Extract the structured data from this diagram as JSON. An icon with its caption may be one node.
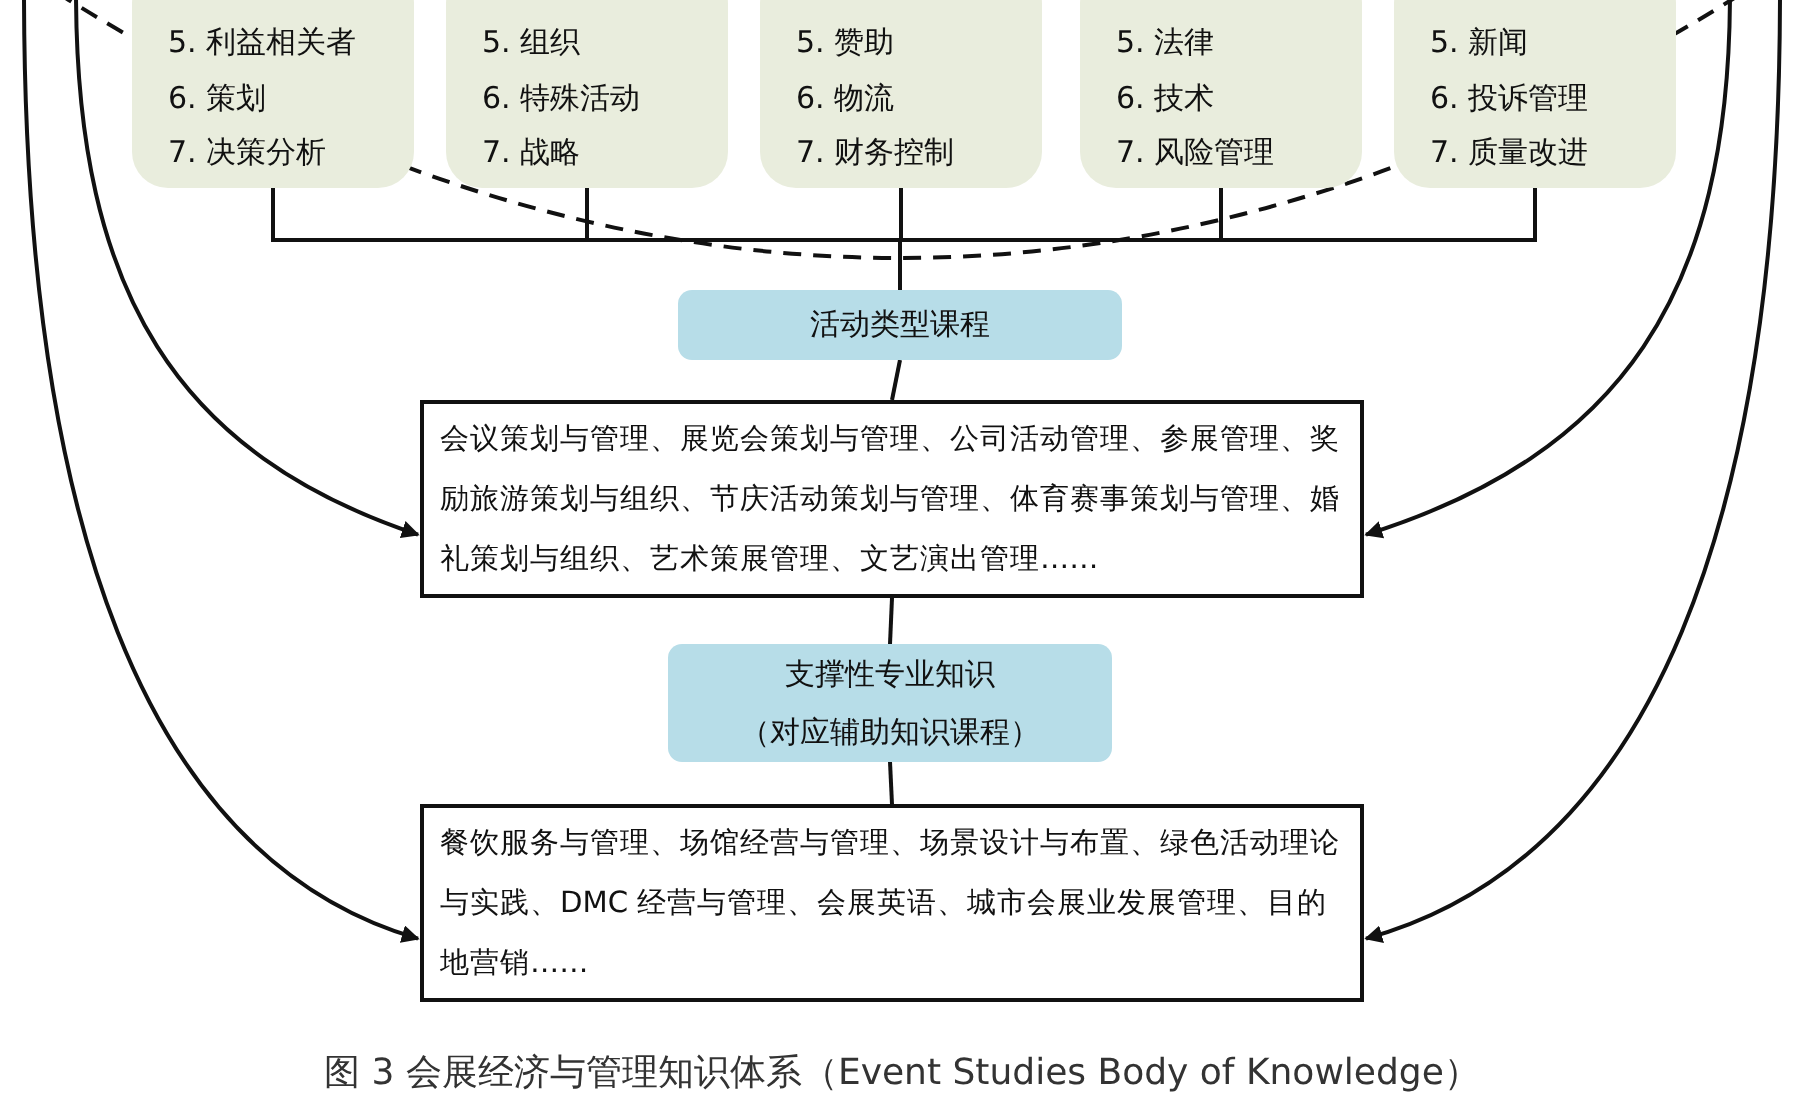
{
  "diagram": {
    "caption": "图 3 会展经济与管理知识体系（Event Studies Body of Knowledge）",
    "nodes": [
      {
        "text": [
          "5. 利益相关者",
          "6. 策划",
          "7. 决策分析"
        ]
      },
      {
        "text": [
          "5. 组织",
          "6. 特殊活动",
          "7. 战略"
        ]
      },
      {
        "text": [
          "5. 赞助",
          "6. 物流",
          "7. 财务控制"
        ]
      },
      {
        "text": [
          "5. 法律",
          "6. 技术",
          "7. 风险管理"
        ]
      },
      {
        "text": [
          "5. 新闻",
          "6. 投诉管理",
          "7. 质量改进"
        ]
      },
      {
        "text": [
          "活动类型课程"
        ]
      },
      {
        "text": [
          "会议策划与管理、展览会策划与管理、公司活动管理、参展管理、奖励旅游策划与组织、节庆活动策划与管理、体育赛事策划与管理、婚礼策划与组织、艺术策展管理、文艺演出管理……"
        ]
      },
      {
        "text": [
          "支撑性专业知识",
          "（对应辅助知识课程）"
        ]
      },
      {
        "text": [
          "餐饮服务与管理、场馆经营与管理、场景设计与布置、绿色活动理论与实践、DMC 经营与管理、会展英语、城市会展业发展管理、目的地营销……"
        ]
      }
    ],
    "edges": [
      {
        "from": 0,
        "to": 5,
        "arrow": "none"
      },
      {
        "from": 1,
        "to": 5,
        "arrow": "none"
      },
      {
        "from": 2,
        "to": 5,
        "arrow": "none"
      },
      {
        "from": 3,
        "to": 5,
        "arrow": "none"
      },
      {
        "from": 4,
        "to": 5,
        "arrow": "none"
      },
      {
        "from": 5,
        "to": 6,
        "arrow": "none"
      },
      {
        "from": 6,
        "to": 7,
        "arrow": "none"
      },
      {
        "from": 7,
        "to": 8,
        "arrow": "none"
      },
      {
        "from": null,
        "to": 8,
        "arrow": "to"
      },
      {
        "from": null,
        "to": 6,
        "arrow": "to"
      },
      {
        "from": null,
        "to": 6,
        "arrow": "to"
      },
      {
        "from": null,
        "to": 8,
        "arrow": "to"
      }
    ]
  }
}
